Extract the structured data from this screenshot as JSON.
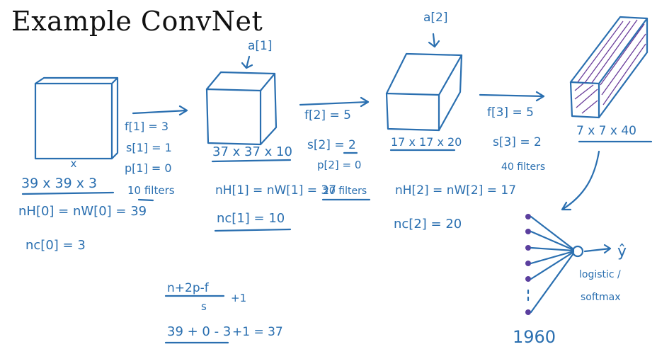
{
  "title": "Example ConvNet",
  "layer0": {
    "shape_label": "x",
    "dims": "39 x 39 x 3",
    "nh_nw": "nH[0] = nW[0] = 39",
    "nc": "nc[0] = 3"
  },
  "conv1": {
    "f": "f[1] = 3",
    "s": "s[1] = 1",
    "p": "p[1] = 0",
    "filters": "10 filters"
  },
  "layer1": {
    "activation": "a[1]",
    "dims": "37 x 37 x 10",
    "nh_nw": "nH[1] = nW[1] = 37",
    "nc": "nc[1] = 10"
  },
  "conv2": {
    "f": "f[2] = 5",
    "s": "s[2] = 2",
    "p": "p[2] = 0",
    "filters": "20 filters"
  },
  "layer2": {
    "activation": "a[2]",
    "dims": "17 x 17 x 20",
    "nh_nw": "nH[2] = nW[2] = 17",
    "nc": "nc[2] = 20"
  },
  "conv3": {
    "f": "f[3] = 5",
    "s": "s[3] = 2",
    "filters": "40 filters"
  },
  "layer3": {
    "dims": "7 x 7 x 40"
  },
  "output": {
    "units": "1960",
    "y_hat": "ŷ",
    "activation": "logistic /",
    "activation2": "softmax"
  },
  "formula": {
    "numerator": "n+2p-f",
    "denominator": "s",
    "plus_one": "+1",
    "example_numerator": "39 + 0 - 3",
    "example_result": "+1 = 37"
  },
  "colors": {
    "ink": "#2a6fb0",
    "hatch": "#6a3d9a",
    "title": "#111111"
  }
}
